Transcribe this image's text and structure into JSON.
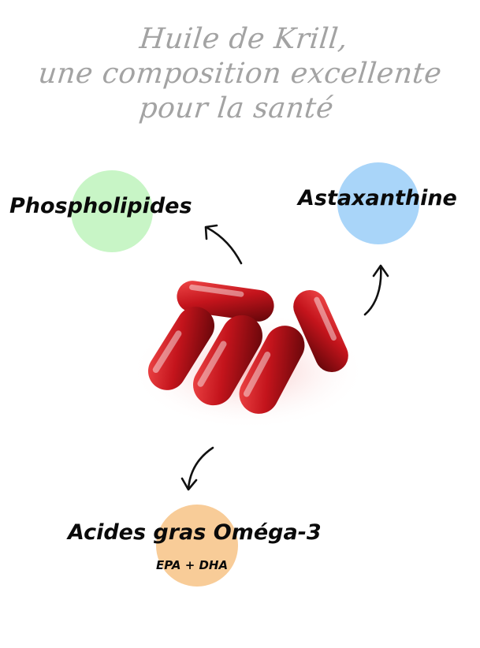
{
  "title": {
    "line1": "Huile de Krill,",
    "line2": "une composition excellente pour la santé"
  },
  "components": {
    "phospholipids": "Phospholipides",
    "astaxanthin": "Astaxanthine",
    "omega3": "Acides gras Oméga-3",
    "omega3_detail": "EPA + DHA"
  },
  "colors": {
    "green_circle": "#c8f5c6",
    "blue_circle": "#a9d5f9",
    "orange_circle": "#f8cc98",
    "capsule": "#b3121a"
  },
  "icons": [
    "arrow-to-phospholipides-icon",
    "arrow-to-astaxanthine-icon",
    "arrow-to-omega3-icon",
    "krill-oil-capsules-image"
  ]
}
